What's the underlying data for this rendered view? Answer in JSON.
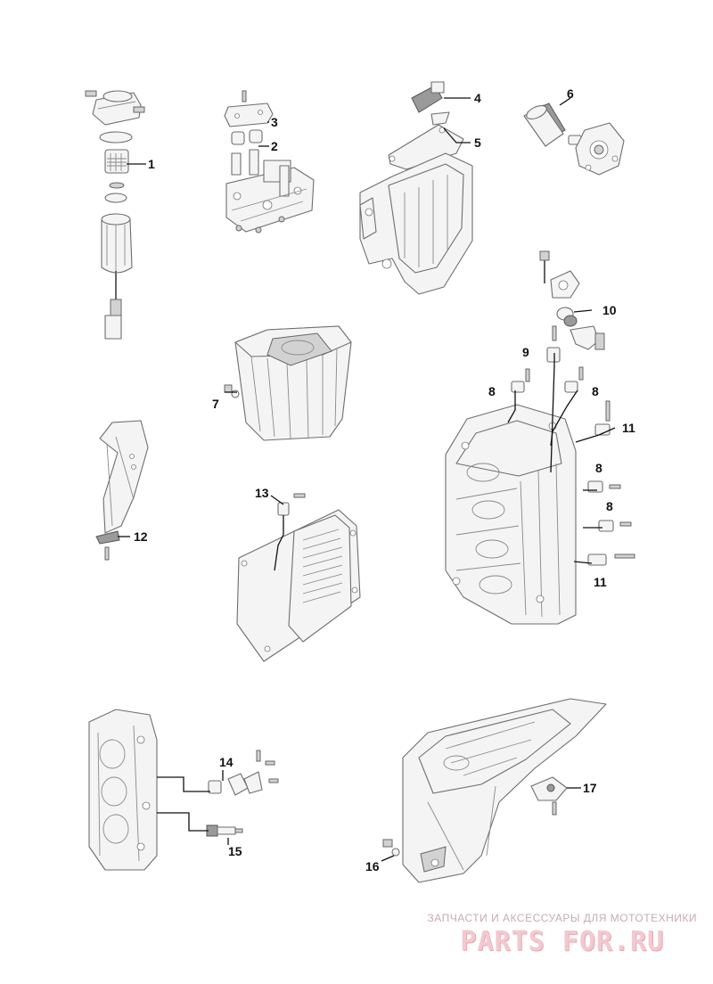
{
  "callouts": [
    {
      "id": "c1",
      "label": "1"
    },
    {
      "id": "c2",
      "label": "2"
    },
    {
      "id": "c3",
      "label": "3"
    },
    {
      "id": "c4",
      "label": "4"
    },
    {
      "id": "c5",
      "label": "5"
    },
    {
      "id": "c6",
      "label": "6"
    },
    {
      "id": "c7",
      "label": "7"
    },
    {
      "id": "c8a",
      "label": "8"
    },
    {
      "id": "c8b",
      "label": "8"
    },
    {
      "id": "c8c",
      "label": "8"
    },
    {
      "id": "c8d",
      "label": "8"
    },
    {
      "id": "c9",
      "label": "9"
    },
    {
      "id": "c10",
      "label": "10"
    },
    {
      "id": "c11a",
      "label": "11"
    },
    {
      "id": "c11b",
      "label": "11"
    },
    {
      "id": "c12",
      "label": "12"
    },
    {
      "id": "c13",
      "label": "13"
    },
    {
      "id": "c14",
      "label": "14"
    },
    {
      "id": "c15",
      "label": "15"
    },
    {
      "id": "c16",
      "label": "16"
    },
    {
      "id": "c17",
      "label": "17"
    }
  ],
  "watermark": {
    "caption": "ЗАПЧАСТИ И АКСЕССУАРЫ ДЛЯ МОТОТЕХНИКИ",
    "logo": "PARTS FOR.RU"
  },
  "colors": {
    "line": "#6e6e6e",
    "leader": "#111111",
    "watermark": "#f3c9cf"
  }
}
